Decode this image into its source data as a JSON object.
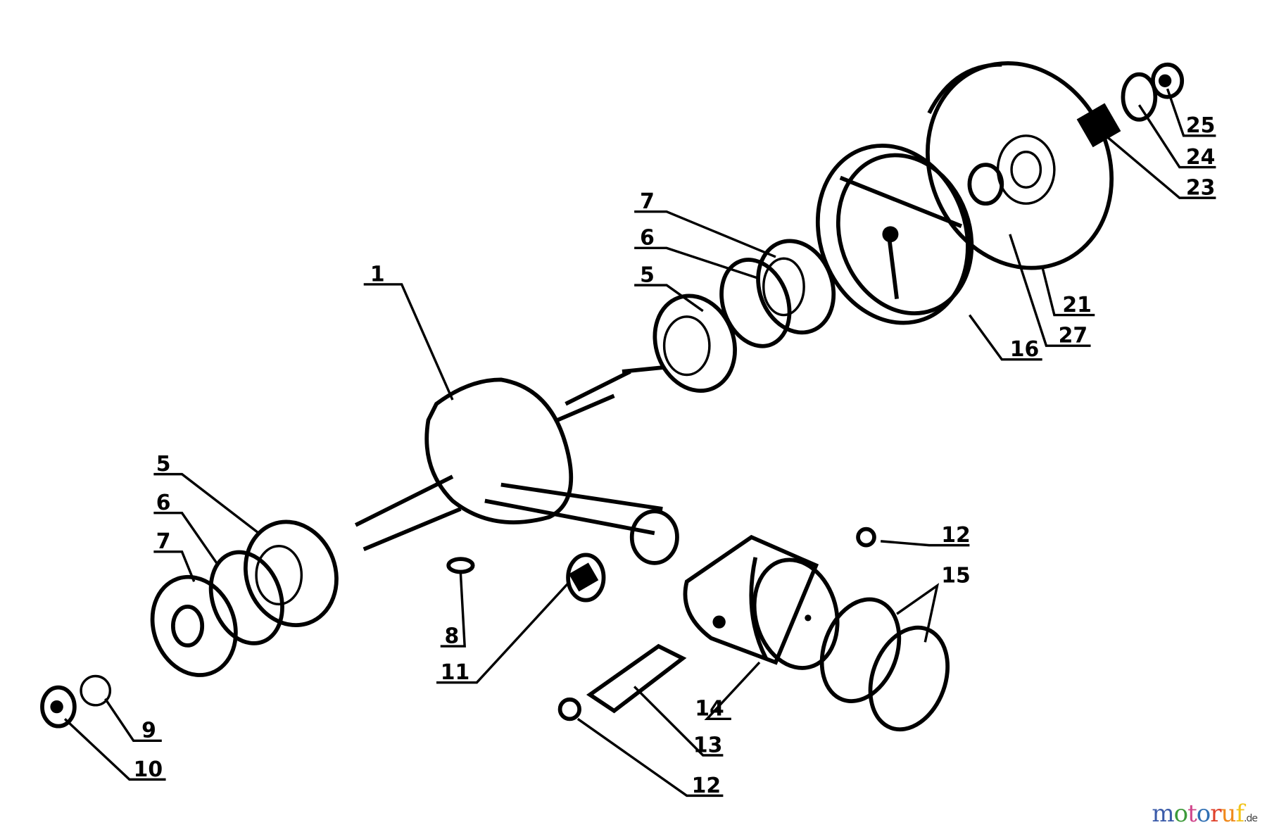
{
  "diagram": {
    "callouts": [
      "1",
      "5",
      "6",
      "7",
      "16",
      "27",
      "21",
      "23",
      "24",
      "25",
      "5",
      "6",
      "7",
      "8",
      "9",
      "10",
      "11",
      "12",
      "13",
      "14",
      "15",
      "12"
    ],
    "parts": [
      "crankshaft",
      "ball-bearing",
      "snap-ring",
      "seal",
      "clutch-assembly",
      "washer",
      "clutch-drum",
      "needle-bearing",
      "washer",
      "nut",
      "ball-bearing",
      "snap-ring",
      "seal",
      "key",
      "lock-washer",
      "nut",
      "needle-bearing",
      "circlip",
      "piston-pin",
      "piston",
      "piston-ring",
      "circlip"
    ]
  },
  "watermark": {
    "text": "motoruf",
    "suffix": ".de",
    "colors": [
      "#3b5ba9",
      "#3d9a3a",
      "#d0468c",
      "#2f6fb3",
      "#e0412a",
      "#f08a1c",
      "#f2c41b"
    ]
  }
}
